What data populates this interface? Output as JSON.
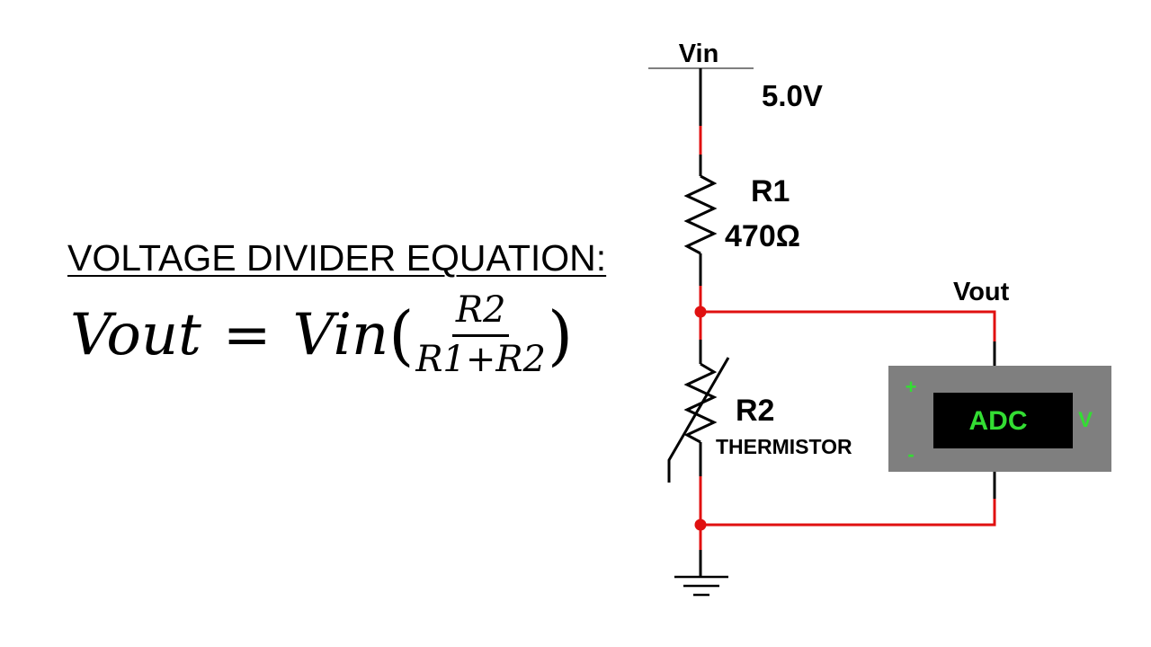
{
  "heading": "VOLTAGE DIVIDER EQUATION:",
  "equation": {
    "lhs": "Vout",
    "op": "=",
    "term": "Vin",
    "open_paren": "(",
    "close_paren": ")",
    "numerator": "R2",
    "denominator": "R1+R2"
  },
  "circuit": {
    "vin_label": "Vin",
    "vin_value": "5.0V",
    "r1_name": "R1",
    "r1_value": "470Ω",
    "r2_name": "R2",
    "r2_type": "THERMISTOR",
    "vout_label": "Vout",
    "meter_label": "ADC",
    "meter_plus": "+",
    "meter_minus": "-",
    "meter_unit": "V"
  },
  "colors": {
    "wire_black": "#000000",
    "wire_red": "#e01010",
    "meter_body": "#7f7f7f",
    "meter_display": "#000000",
    "meter_text": "#33dd33"
  }
}
